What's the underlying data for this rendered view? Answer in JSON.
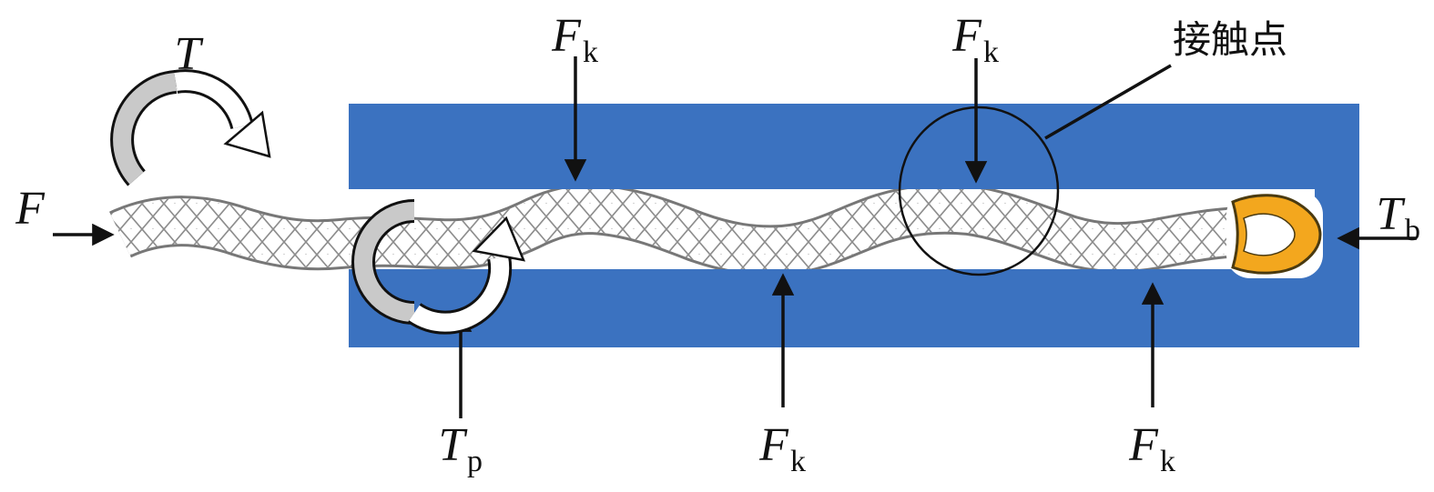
{
  "figure": {
    "labels": {
      "axial_force": "F",
      "applied_torque": "T",
      "contact_force": {
        "main": "F",
        "sub": "k"
      },
      "proximal_torque": {
        "main": "T",
        "sub": "p"
      },
      "tip_torque": {
        "main": "T",
        "sub": "b"
      },
      "contact_point": "接触点"
    },
    "colors": {
      "wall": "#3b72c0",
      "tip": "#f3a71e",
      "torque_band": "#c9c9c9",
      "mesh": "#8d8d8d",
      "ink": "#111111"
    }
  }
}
